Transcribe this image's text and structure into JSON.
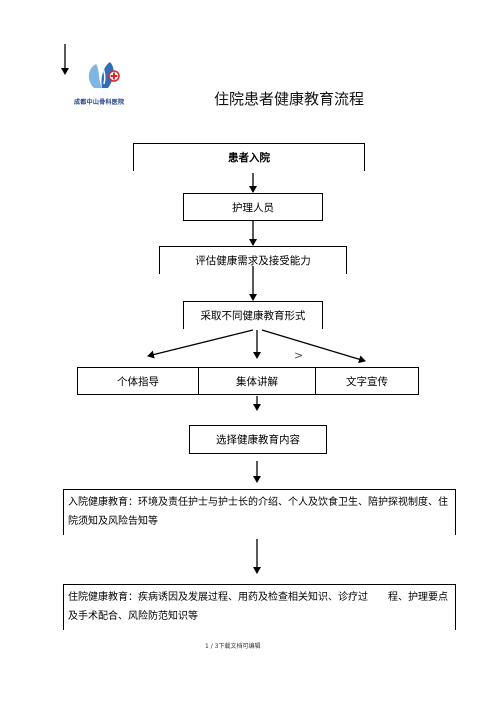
{
  "header": {
    "hospital_name": "成都中山骨科医院",
    "title": "住院患者健康教育流程"
  },
  "flow": {
    "admission": "患者入院",
    "nurse": "护理人员",
    "assess": "评估健康需求及接受能力",
    "forms": "采取不同健康教育形式",
    "methods": [
      "个体指导",
      "集体讲解",
      "文字宣传"
    ],
    "select": "选择健康教育内容",
    "stray_mark": ">",
    "admission_edu": "入院健康教育：环境及责任护士与护士长的介绍、个人及饮食卫生、陪护探视制度、住院须知及风险告知等",
    "inpatient_edu": "住院健康教育：疾病诱因及发展过程、用药及检查相关知识、诊疗过　　程、护理要点及手术配合、风险防范知识等"
  },
  "footer": {
    "page": "1 / 3下载文档可编辑"
  },
  "colors": {
    "logo_blue": "#1d3f8a",
    "logo_red": "#d9262c",
    "line": "#000000"
  }
}
